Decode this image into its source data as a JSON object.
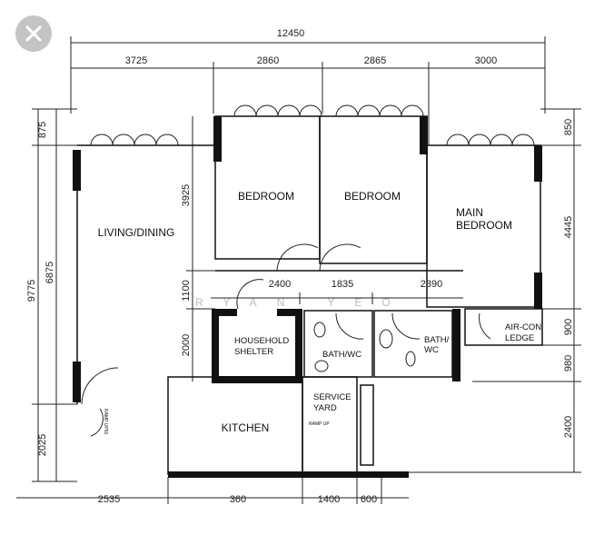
{
  "close_button": {
    "icon": "close-icon"
  },
  "watermark": "RYAN YEO",
  "dimensions": {
    "overall_width": "12450",
    "top": [
      "3725",
      "2860",
      "2865",
      "3000"
    ],
    "left_overall": "9775",
    "left": [
      "875",
      "6875",
      "2025"
    ],
    "inner_left": [
      "3925",
      "1100",
      "2000"
    ],
    "right": [
      "850",
      "4445",
      "900",
      "980",
      "2400"
    ],
    "corridor": [
      "2400",
      "1835",
      "2390"
    ],
    "bottom": [
      "2535",
      "360",
      "1400",
      "600"
    ]
  },
  "rooms": {
    "living_dining": "LIVING/DINING",
    "bedroom1": "BEDROOM",
    "bedroom2": "BEDROOM",
    "main_bedroom_line1": "MAIN",
    "main_bedroom_line2": "BEDROOM",
    "shelter_line1": "HOUSEHOLD",
    "shelter_line2": "SHELTER",
    "bath1": "BATH/WC",
    "bath2_line1": "BATH/",
    "bath2_line2": "WC",
    "aircon_line1": "AIR-CON",
    "aircon_line2": "LEDGE",
    "service_line1": "SERVICE",
    "service_line2": "YARD",
    "kitchen": "KITCHEN",
    "ramp1": "RAMP UP50",
    "ramp2": "RAMP UP"
  }
}
